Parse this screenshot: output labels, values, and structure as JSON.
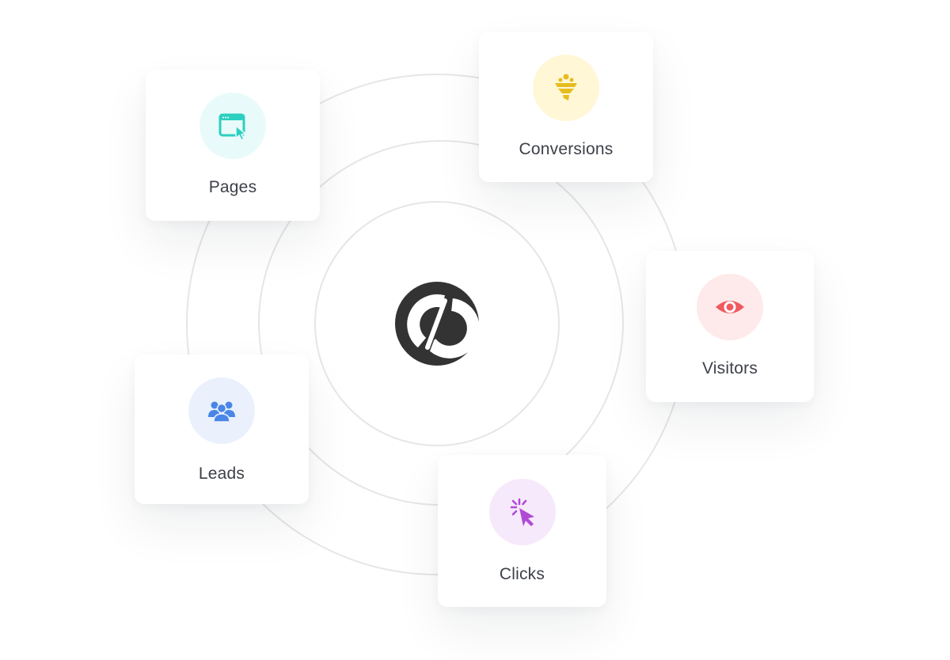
{
  "hub": {
    "logo_icon": "unbounce-logo-icon",
    "color": "#333333"
  },
  "nodes": [
    {
      "label": "Pages",
      "icon": "browser-cursor-icon",
      "accent": "#2ccfc0",
      "badge_bg": "#e8fbfa"
    },
    {
      "label": "Conversions",
      "icon": "funnel-icon",
      "accent": "#e6bd1f",
      "badge_bg": "#fff7d6"
    },
    {
      "label": "Visitors",
      "icon": "eye-icon",
      "accent": "#f05a5f",
      "badge_bg": "#feeaea"
    },
    {
      "label": "Leads",
      "icon": "users-icon",
      "accent": "#4a86e8",
      "badge_bg": "#eaf1fd"
    },
    {
      "label": "Clicks",
      "icon": "click-cursor-icon",
      "accent": "#b04ad4",
      "badge_bg": "#f7e9fc"
    }
  ]
}
